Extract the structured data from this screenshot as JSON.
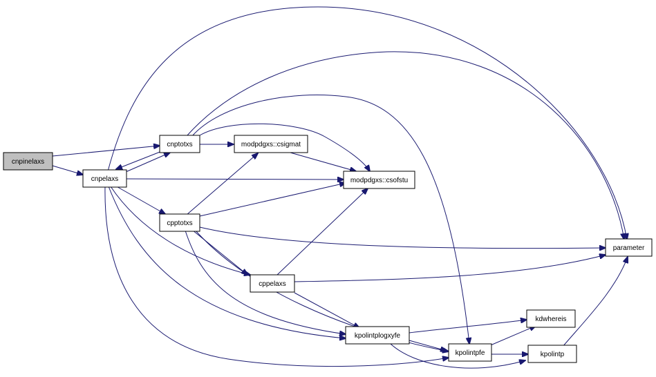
{
  "graph": {
    "nodes": [
      {
        "id": "cnpinelaxs",
        "label": "cnpinelaxs",
        "root": true
      },
      {
        "id": "cnpelaxs",
        "label": "cnpelaxs"
      },
      {
        "id": "cnptotxs",
        "label": "cnptotxs"
      },
      {
        "id": "csigmat",
        "label": "modpdgxs::csigmat"
      },
      {
        "id": "csofstu",
        "label": "modpdgxs::csofstu"
      },
      {
        "id": "cpptotxs",
        "label": "cpptotxs"
      },
      {
        "id": "cppelaxs",
        "label": "cppelaxs"
      },
      {
        "id": "parameter",
        "label": "parameter"
      },
      {
        "id": "kdwhereis",
        "label": "kdwhereis"
      },
      {
        "id": "kpolintplogxyfe",
        "label": "kpolintplogxyfe"
      },
      {
        "id": "kpolintpfe",
        "label": "kpolintpfe"
      },
      {
        "id": "kpolintp",
        "label": "kpolintp"
      }
    ],
    "colors": {
      "edge": "#191970",
      "node_fill": "#ffffff",
      "root_fill": "#bfbfbf",
      "node_stroke": "#000000"
    }
  }
}
